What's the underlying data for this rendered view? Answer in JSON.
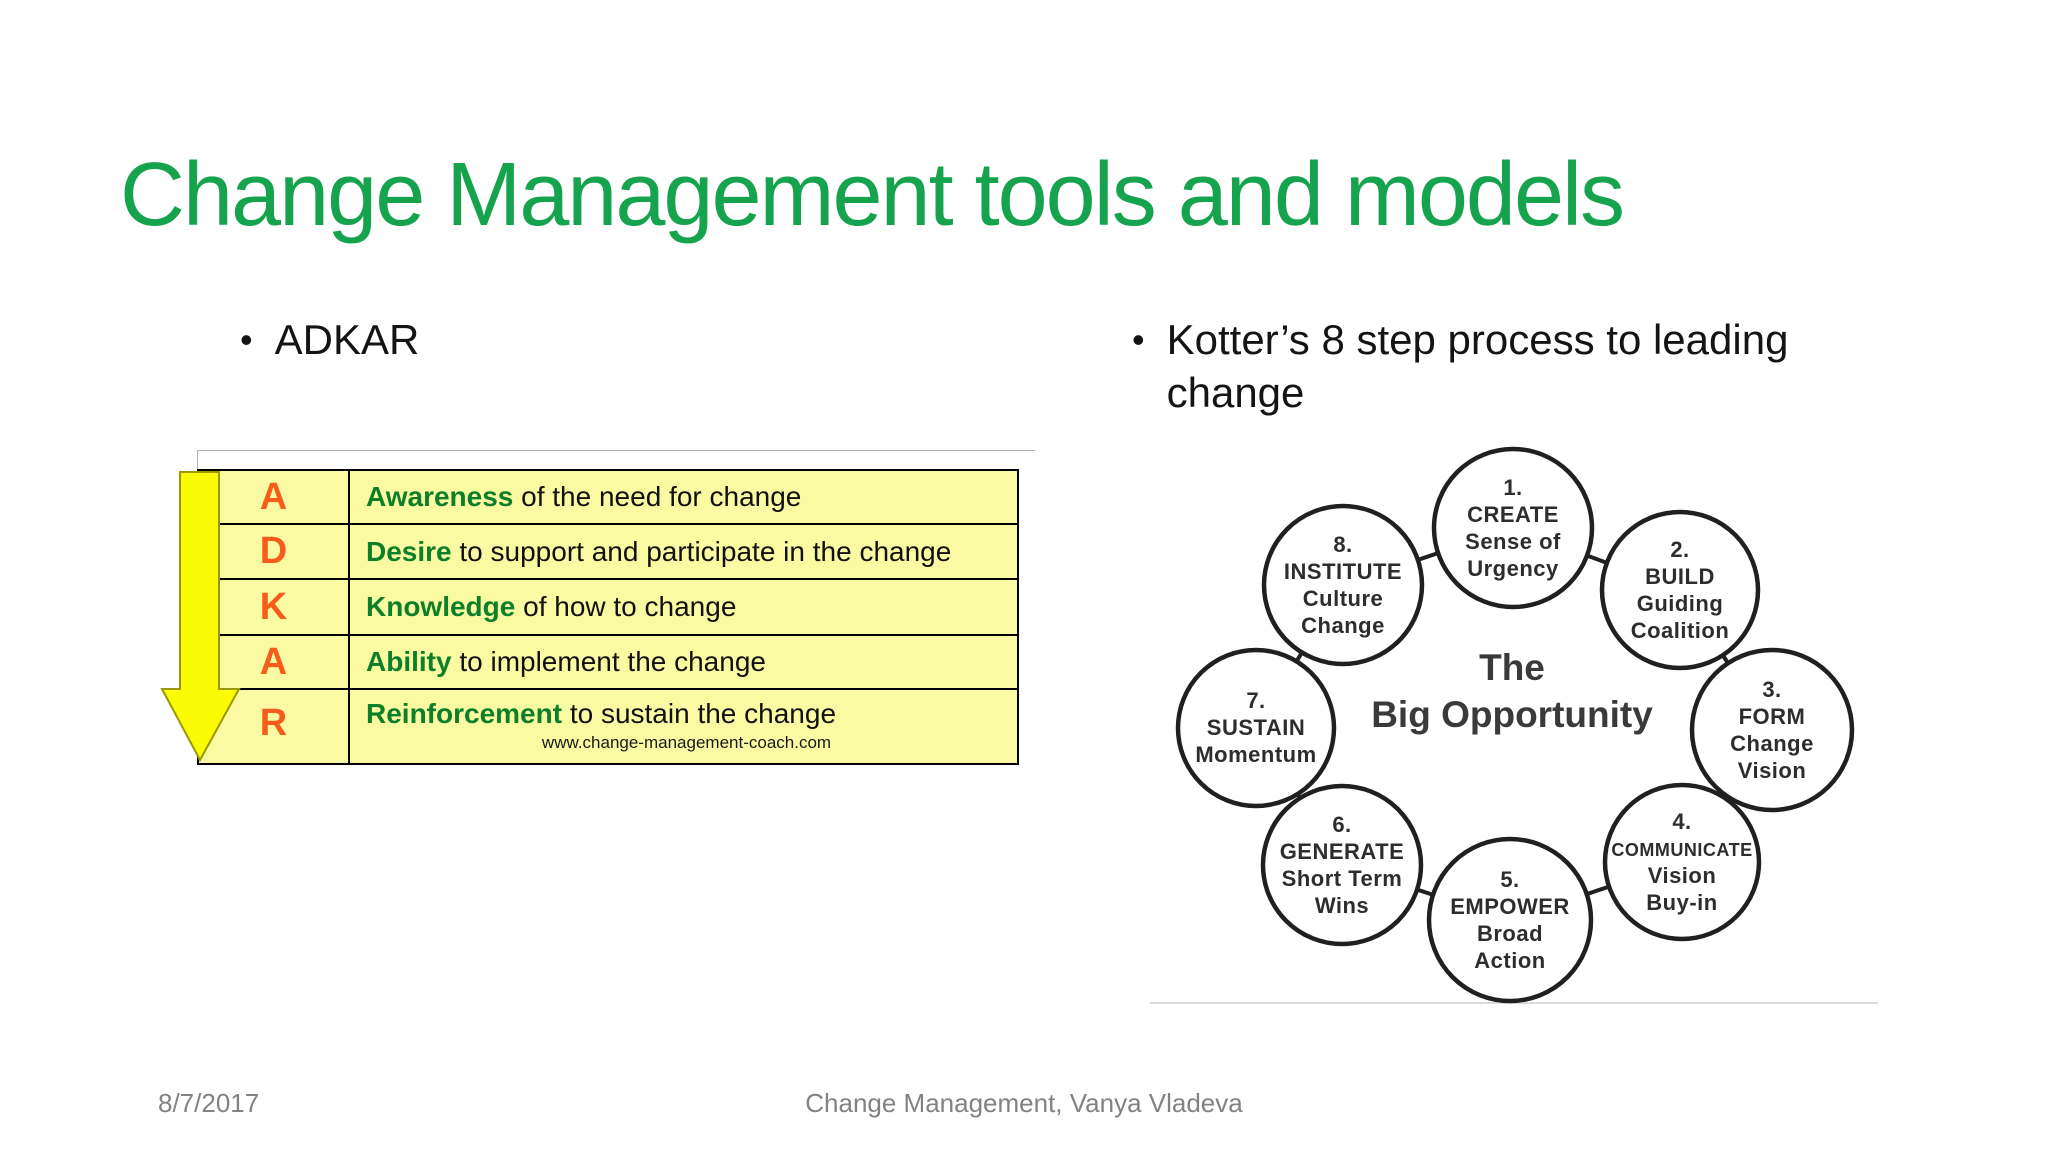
{
  "slide": {
    "title": "Change Management tools and models",
    "title_color": "#16a34e",
    "bullet_char": "•",
    "footer": {
      "date": "8/7/2017",
      "credit": "Change Management, Vanya Vladeva"
    }
  },
  "adkar": {
    "bullet": "ADKAR",
    "rows": [
      {
        "letter": "A",
        "keyword": "Awareness",
        "rest": " of the need for change"
      },
      {
        "letter": "D",
        "keyword": "Desire",
        "rest": " to support and participate in the change"
      },
      {
        "letter": "K",
        "keyword": "Knowledge",
        "rest": " of how to change"
      },
      {
        "letter": "A",
        "keyword": "Ability",
        "rest": " to implement the change"
      },
      {
        "letter": "R",
        "keyword": "Reinforcement",
        "rest": " to sustain the change"
      }
    ],
    "source_url": "www.change-management-coach.com",
    "colors": {
      "cell_bg": "#fafaa2",
      "letter": "#f75c1a",
      "keyword": "#0d7f28",
      "arrow_fill": "#fbfb05",
      "arrow_border": "#9a9a00",
      "table_border": "#000000"
    }
  },
  "kotter": {
    "bullet": "Kotter’s 8 step process to leading change",
    "center_label": [
      "The",
      "Big Opportunity"
    ],
    "steps": [
      {
        "num": "1.",
        "lines": [
          "CREATE",
          "Sense of",
          "Urgency"
        ]
      },
      {
        "num": "2.",
        "lines": [
          "BUILD",
          "Guiding",
          "Coalition"
        ]
      },
      {
        "num": "3.",
        "lines": [
          "FORM",
          "Change",
          "Vision"
        ]
      },
      {
        "num": "4.",
        "lines": [
          "COMMUNICATE",
          "Vision",
          "Buy-in"
        ]
      },
      {
        "num": "5.",
        "lines": [
          "EMPOWER",
          "Broad",
          "Action"
        ]
      },
      {
        "num": "6.",
        "lines": [
          "GENERATE",
          "Short Term",
          "Wins"
        ]
      },
      {
        "num": "7.",
        "lines": [
          "SUSTAIN",
          "Momentum"
        ]
      },
      {
        "num": "8.",
        "lines": [
          "INSTITUTE",
          "Culture",
          "Change"
        ]
      }
    ],
    "ink_color": "#202020",
    "text_color": "#2d2d2d",
    "center_color": "#3a3a3a"
  }
}
